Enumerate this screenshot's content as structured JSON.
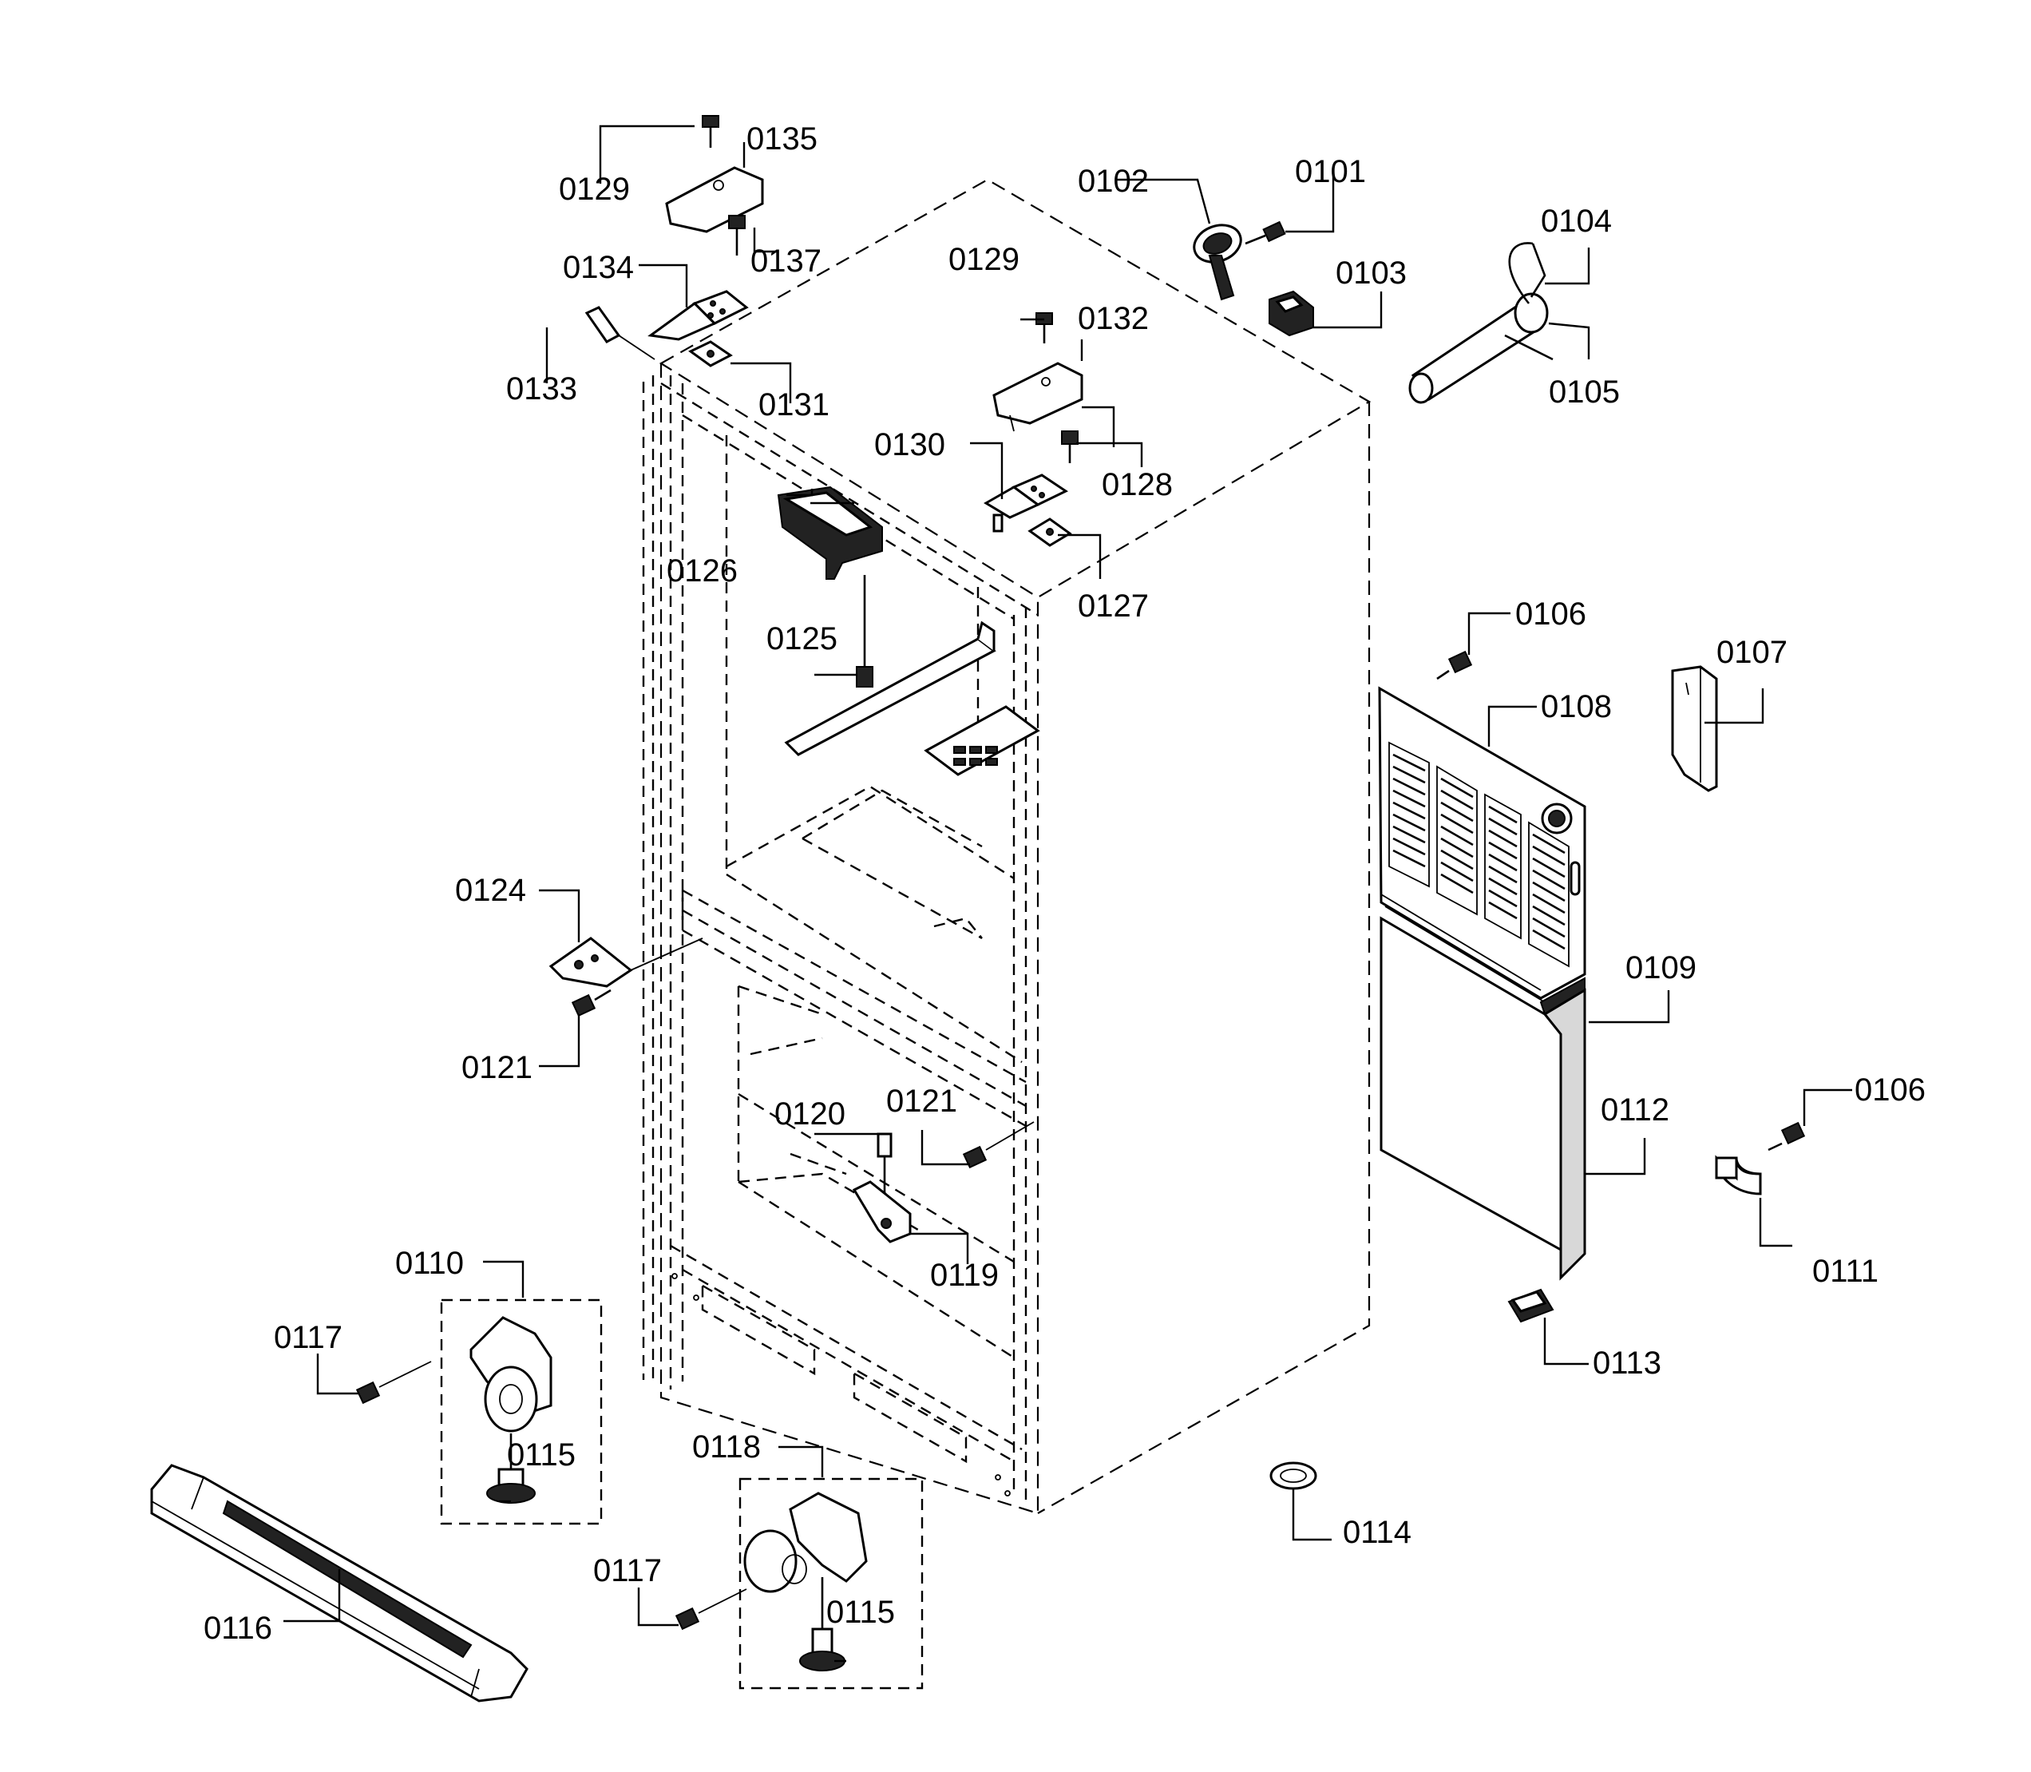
{
  "labels": {
    "p0101": "0101",
    "p0102": "0102",
    "p0103": "0103",
    "p0104": "0104",
    "p0105": "0105",
    "p0106a": "0106",
    "p0106b": "0106",
    "p0107": "0107",
    "p0108": "0108",
    "p0109": "0109",
    "p0110": "0110",
    "p0111": "0111",
    "p0112": "0112",
    "p0113": "0113",
    "p0114": "0114",
    "p0115a": "0115",
    "p0115b": "0115",
    "p0116": "0116",
    "p0117a": "0117",
    "p0117b": "0117",
    "p0118": "0118",
    "p0119": "0119",
    "p0120": "0120",
    "p0121a": "0121",
    "p0121b": "0121",
    "p0124": "0124",
    "p0125": "0125",
    "p0126": "0126",
    "p0127": "0127",
    "p0128": "0128",
    "p0129a": "0129",
    "p0129b": "0129",
    "p0130": "0130",
    "p0131": "0131",
    "p0132": "0132",
    "p0133": "0133",
    "p0134": "0134",
    "p0135": "0135",
    "p0137": "0137"
  }
}
